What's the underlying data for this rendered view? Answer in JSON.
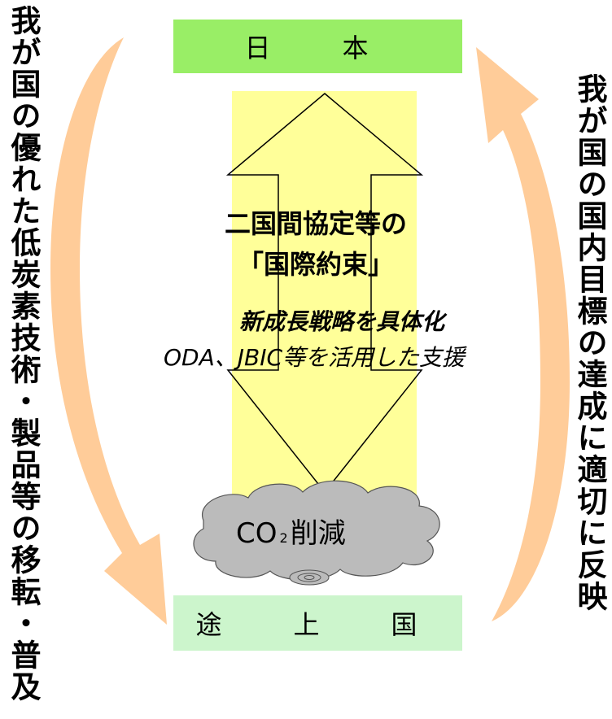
{
  "top_box": {
    "label": "日　本",
    "color": "#99ee66"
  },
  "bottom_box": {
    "label": "途　上　国",
    "color": "#ccf5cc"
  },
  "center_band_color": "#ffff99",
  "arrow_color": "#ffcc99",
  "cloud_color": "#bbbbbb",
  "agreement": {
    "line1": "二国間協定等の",
    "line2": "「国際約束」"
  },
  "support": {
    "line1": "新成長戦略を具体化",
    "line2": "ODA、JBIC等を活用した支援"
  },
  "cloud": {
    "prefix": "CO",
    "subscript": "2",
    "suffix": "削減"
  },
  "left_text": "我が国の優れた低炭素技術・製品等の移転・普及",
  "right_text": "我が国の国内目標の達成に適切に反映"
}
